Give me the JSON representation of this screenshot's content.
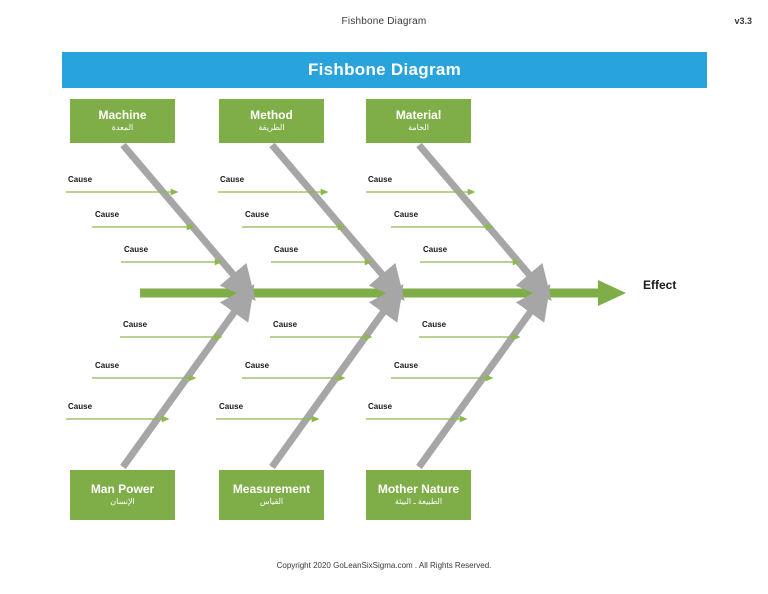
{
  "header": {
    "title": "Fishbone Diagram",
    "version": "v3.3"
  },
  "banner": {
    "title": "Fishbone Diagram"
  },
  "diagram": {
    "type": "fishbone",
    "effect_label": "Effect",
    "cause_label": "Cause",
    "colors": {
      "banner_blue": "#29a3dc",
      "box_green": "#7fae48",
      "spine_green": "#7fae48",
      "cause_arrow_green": "#8cb84f",
      "bone_gray": "#a6a6a6"
    },
    "categories_top": [
      {
        "name": "machine",
        "label_en": "Machine",
        "label_ar": "المعدة"
      },
      {
        "name": "method",
        "label_en": "Method",
        "label_ar": "الطريقة"
      },
      {
        "name": "material",
        "label_en": "Material",
        "label_ar": "الخامة"
      }
    ],
    "categories_bottom": [
      {
        "name": "man-power",
        "label_en": "Man Power",
        "label_ar": "الإنسان"
      },
      {
        "name": "measurement",
        "label_en": "Measurement",
        "label_ar": "القياس"
      },
      {
        "name": "mother-nature",
        "label_en": "Mother Nature",
        "label_ar": "الطبيعة ـ البيئة"
      }
    ],
    "causes_top": [
      {
        "category": "machine",
        "text": "Cause"
      },
      {
        "category": "machine",
        "text": "Cause"
      },
      {
        "category": "machine",
        "text": "Cause"
      },
      {
        "category": "method",
        "text": "Cause"
      },
      {
        "category": "method",
        "text": "Cause"
      },
      {
        "category": "method",
        "text": "Cause"
      },
      {
        "category": "material",
        "text": "Cause"
      },
      {
        "category": "material",
        "text": "Cause"
      },
      {
        "category": "material",
        "text": "Cause"
      }
    ],
    "causes_bottom": [
      {
        "category": "man-power",
        "text": "Cause"
      },
      {
        "category": "man-power",
        "text": "Cause"
      },
      {
        "category": "man-power",
        "text": "Cause"
      },
      {
        "category": "measurement",
        "text": "Cause"
      },
      {
        "category": "measurement",
        "text": "Cause"
      },
      {
        "category": "measurement",
        "text": "Cause"
      },
      {
        "category": "mother-nature",
        "text": "Cause"
      },
      {
        "category": "mother-nature",
        "text": "Cause"
      },
      {
        "category": "mother-nature",
        "text": "Cause"
      }
    ]
  },
  "footer": {
    "copyright": "Copyright 2020 GoLeanSixSigma.com . All Rights Reserved."
  }
}
